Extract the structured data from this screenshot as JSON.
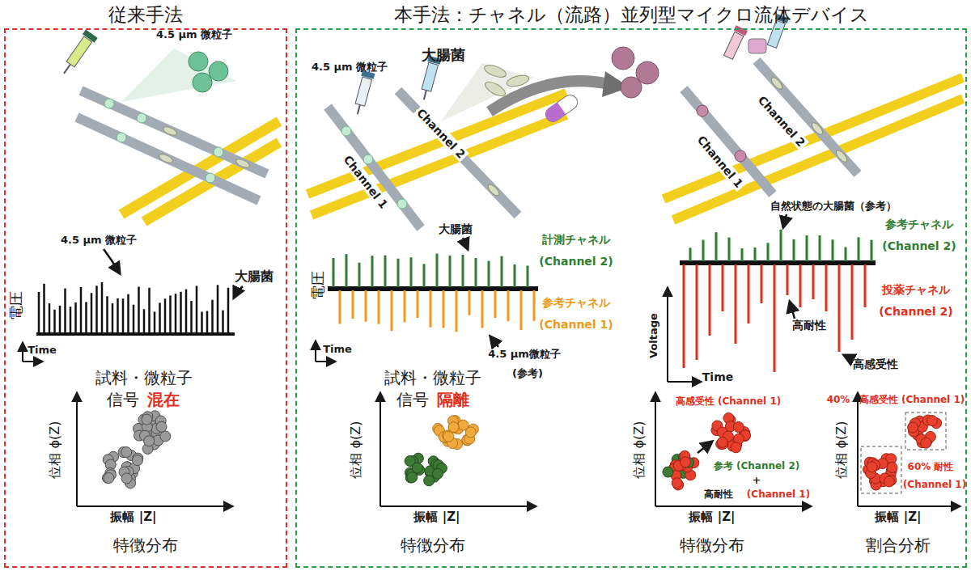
{
  "diagram": {
    "nodes": [
      {
        "text": [
          "従来手法"
        ]
      },
      {
        "text": [
          "本手法：チャネル（流路）並列型マイクロ流体デバイス"
        ]
      }
    ],
    "labels": [
      "4.5 μm 微粒子",
      "4.5 μm 微粒子",
      "大腸菌",
      "電圧",
      "Time",
      "試料・微粒子",
      "信号",
      "混在",
      "位相 ϕ(Z)",
      "振幅 |Z|",
      "特徴分布",
      "4.5 μm 微粒子",
      "大腸菌",
      "Channel 1",
      "Channel 2",
      "大腸菌",
      "計測チャネル",
      "(Channel 2)",
      "電圧",
      "参考チャネル",
      "(Channel 1)",
      "Time",
      "4.5 μm微粒子",
      "(参考)",
      "試料・微粒子",
      "信号",
      "隔離",
      "位相 ϕ(Z)",
      "振幅 |Z|",
      "特徴分布",
      "Channel 1",
      "Channel 2",
      "自然状態の大腸菌（参考）",
      "参考チャネル",
      "(Channel 2)",
      "Voltage",
      "投薬チャネル",
      "(Channel 2)",
      "高耐性",
      "Time",
      "高感受性",
      "高感受性 (Channel 1)",
      "参考 (Channel 2)",
      "+",
      "高耐性",
      "(Channel 1)",
      "位相 ϕ(Z)",
      "振幅 |Z|",
      "特徴分布",
      "40%",
      "高感受性 (Channel 1)",
      "60% 耐性",
      "(Channel 1)",
      "位相 ϕ(Z)",
      "振幅 |Z|",
      "割合分析"
    ]
  }
}
